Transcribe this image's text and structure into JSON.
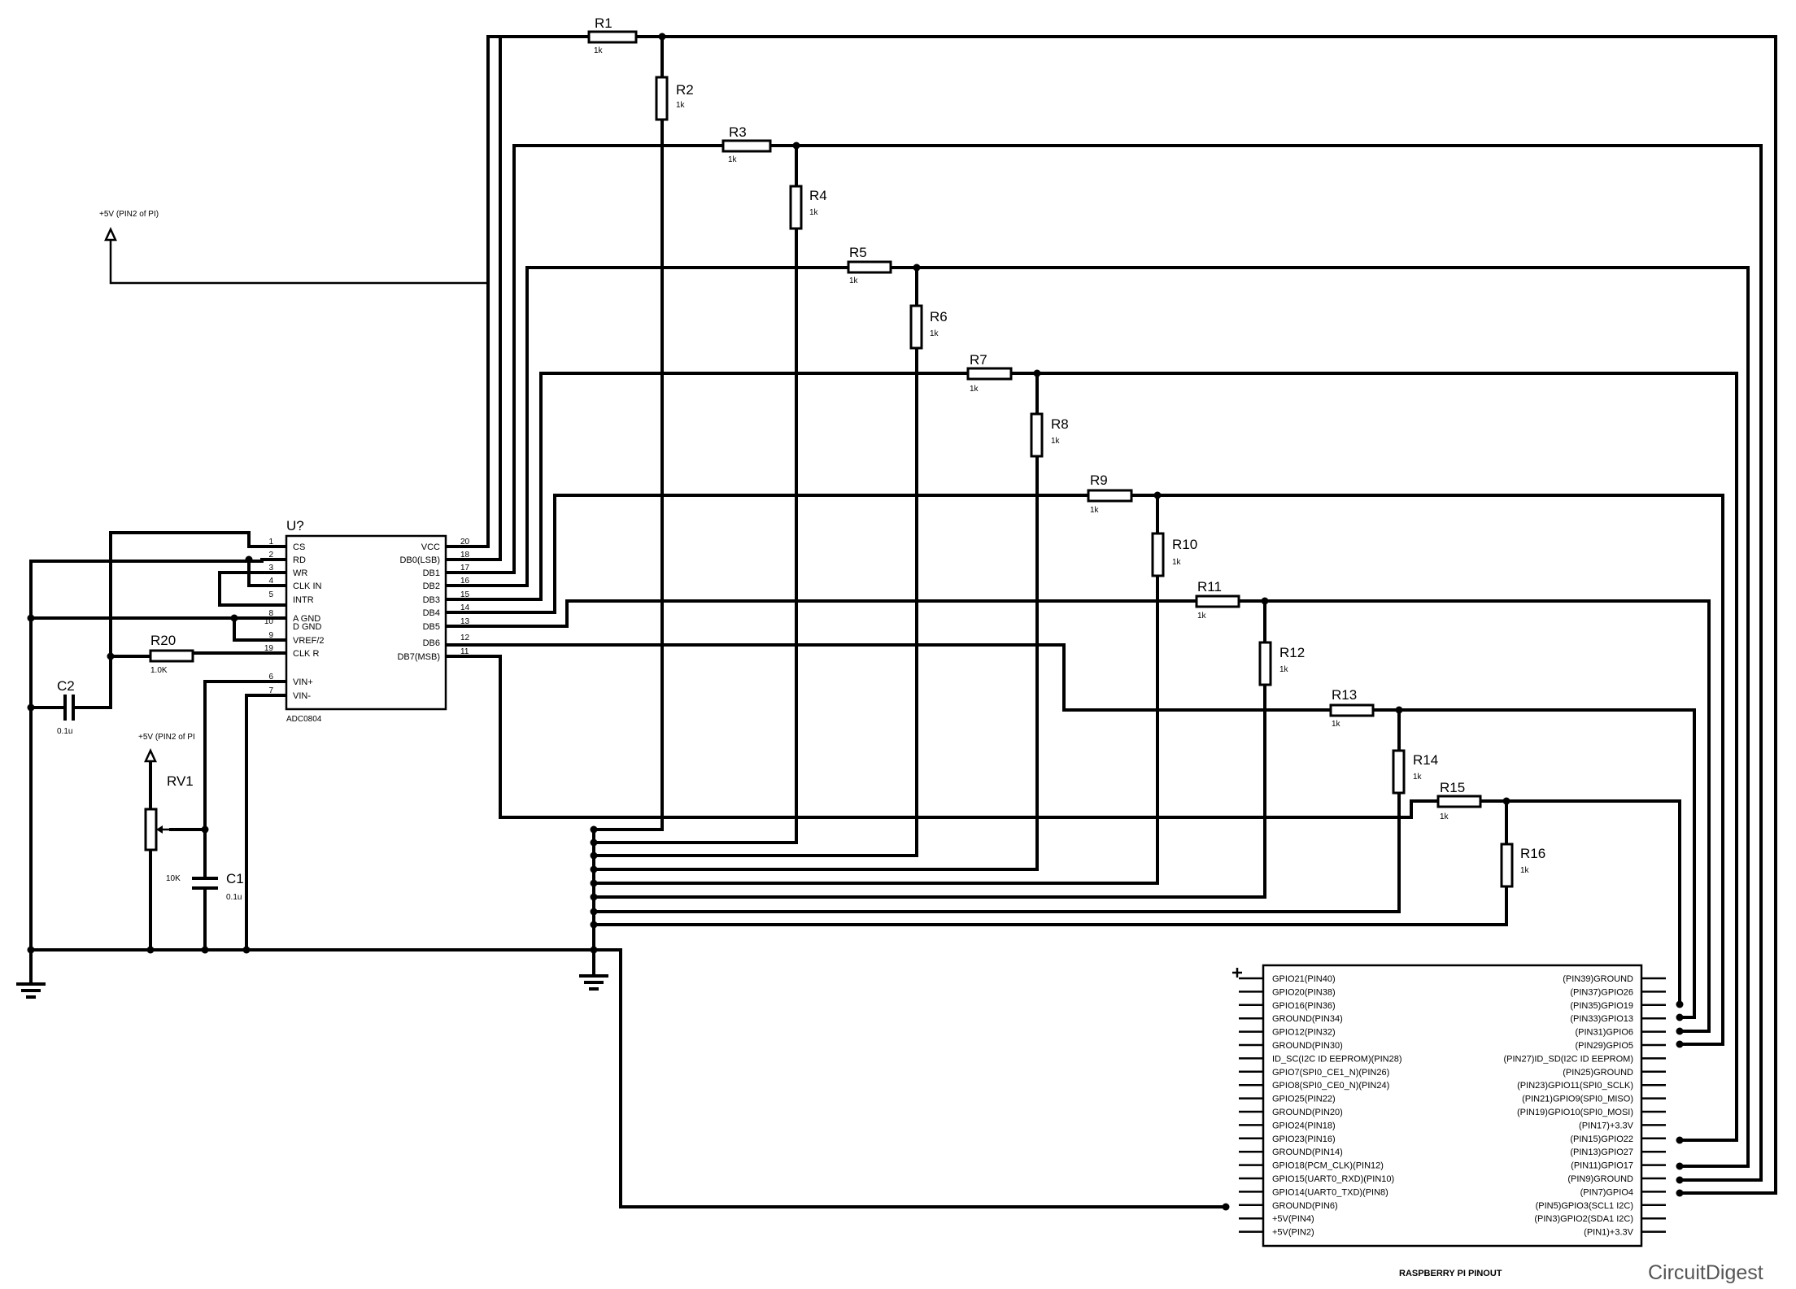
{
  "ic": {
    "ref": "U?",
    "part": "ADC0804",
    "left_pins": [
      {
        "num": "1",
        "name": "CS"
      },
      {
        "num": "2",
        "name": "RD"
      },
      {
        "num": "3",
        "name": "WR"
      },
      {
        "num": "4",
        "name": "CLK IN"
      },
      {
        "num": "5",
        "name": "INTR"
      },
      {
        "num": "8",
        "name": "A GND"
      },
      {
        "num": "10",
        "name": "D GND"
      },
      {
        "num": "9",
        "name": "VREF/2"
      },
      {
        "num": "19",
        "name": "CLK R"
      },
      {
        "num": "6",
        "name": "VIN+"
      },
      {
        "num": "7",
        "name": "VIN-"
      }
    ],
    "right_pins": [
      {
        "num": "20",
        "name": "VCC"
      },
      {
        "num": "18",
        "name": "DB0(LSB)"
      },
      {
        "num": "17",
        "name": "DB1"
      },
      {
        "num": "16",
        "name": "DB2"
      },
      {
        "num": "15",
        "name": "DB3"
      },
      {
        "num": "14",
        "name": "DB4"
      },
      {
        "num": "13",
        "name": "DB5"
      },
      {
        "num": "12",
        "name": "DB6"
      },
      {
        "num": "11",
        "name": "DB7(MSB)"
      }
    ]
  },
  "resistors": [
    {
      "ref": "R1",
      "value": "1k"
    },
    {
      "ref": "R2",
      "value": "1k"
    },
    {
      "ref": "R3",
      "value": "1k"
    },
    {
      "ref": "R4",
      "value": "1k"
    },
    {
      "ref": "R5",
      "value": "1k"
    },
    {
      "ref": "R6",
      "value": "1k"
    },
    {
      "ref": "R7",
      "value": "1k"
    },
    {
      "ref": "R8",
      "value": "1k"
    },
    {
      "ref": "R9",
      "value": "1k"
    },
    {
      "ref": "R10",
      "value": "1k"
    },
    {
      "ref": "R11",
      "value": "1k"
    },
    {
      "ref": "R12",
      "value": "1k"
    },
    {
      "ref": "R13",
      "value": "1k"
    },
    {
      "ref": "R14",
      "value": "1k"
    },
    {
      "ref": "R15",
      "value": "1k"
    },
    {
      "ref": "R16",
      "value": "1k"
    },
    {
      "ref": "R20",
      "value": "1.0K"
    }
  ],
  "capacitors": [
    {
      "ref": "C2",
      "value": "0.1u"
    },
    {
      "ref": "C1",
      "value": "0.1u"
    }
  ],
  "pot": {
    "ref": "RV1",
    "value": "10K"
  },
  "power_labels": {
    "top": "+5V (PIN2 of PI)",
    "pot": "+5V (PIN2 of PI"
  },
  "rpi": {
    "title": "RASPBERRY PI PINOUT",
    "left_pins": [
      "GPIO21(PIN40)",
      "GPIO20(PIN38)",
      "GPIO16(PIN36)",
      "GROUND(PIN34)",
      "GPIO12(PIN32)",
      "GROUND(PIN30)",
      "ID_SC(I2C ID EEPROM)(PIN28)",
      "GPIO7(SPI0_CE1_N)(PIN26)",
      "GPIO8(SPI0_CE0_N)(PIN24)",
      "GPIO25(PIN22)",
      "GROUND(PIN20)",
      "GPIO24(PIN18)",
      "GPIO23(PIN16)",
      "GROUND(PIN14)",
      "GPIO18(PCM_CLK)(PIN12)",
      "GPIO15(UART0_RXD)(PIN10)",
      "GPIO14(UART0_TXD)(PIN8)",
      "GROUND(PIN6)",
      "+5V(PIN4)",
      "+5V(PIN2)"
    ],
    "right_pins": [
      "(PIN39)GROUND",
      "(PIN37)GPIO26",
      "(PIN35)GPIO19",
      "(PIN33)GPIO13",
      "(PIN31)GPIO6",
      "(PIN29)GPIO5",
      "(PIN27)ID_SD(I2C ID EEPROM)",
      "(PIN25)GROUND",
      "(PIN23)GPIO11(SPI0_SCLK)",
      "(PIN21)GPIO9(SPI0_MISO)",
      "(PIN19)GPIO10(SPI0_MOSI)",
      "(PIN17)+3.3V",
      "(PIN15)GPIO22",
      "(PIN13)GPIO27",
      "(PIN11)GPIO17",
      "(PIN9)GROUND",
      "(PIN7)GPIO4",
      "(PIN5)GPIO3(SCL1 I2C)",
      "(PIN3)GPIO2(SDA1 I2C)",
      "(PIN1)+3.3V"
    ]
  },
  "brand": {
    "part1": "Circuit",
    "part2": "Digest"
  }
}
